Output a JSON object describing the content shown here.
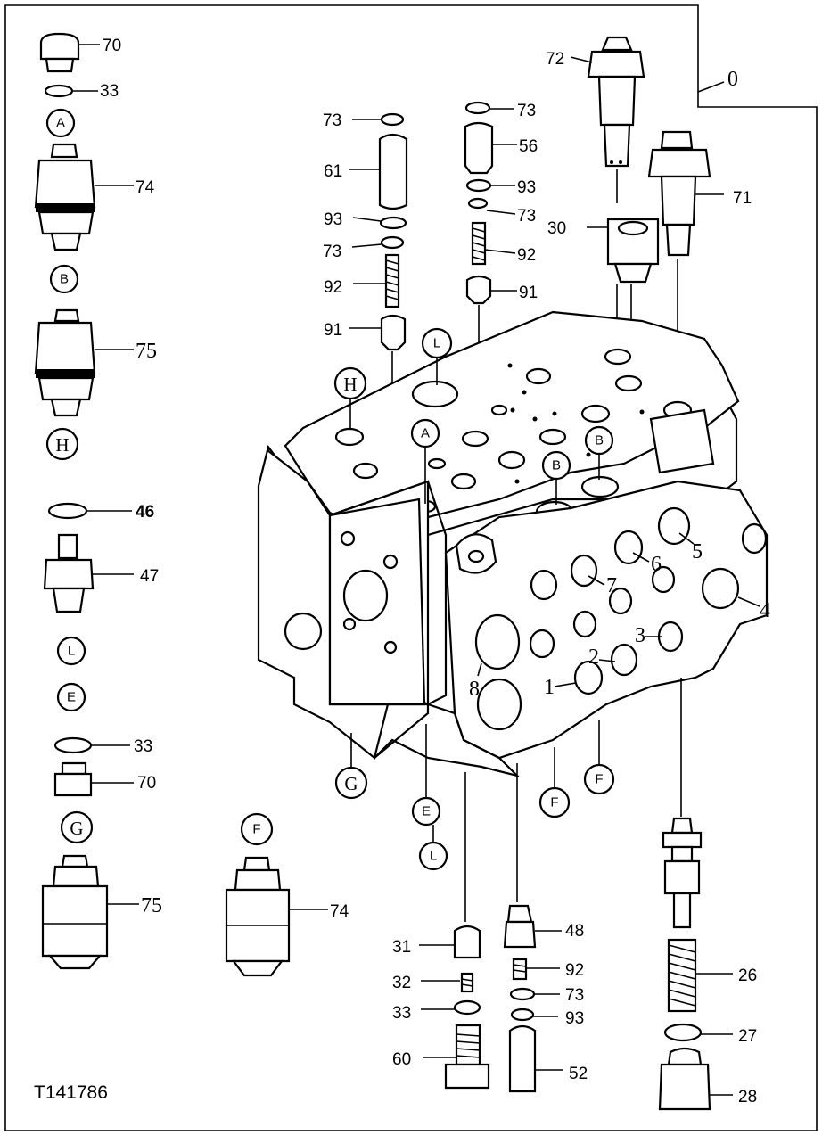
{
  "figure_id": "T141786",
  "corner_mark": "0",
  "callouts": {
    "c70a": "70",
    "c33a": "33",
    "c74a": "74",
    "c75a": "75",
    "c46": "46",
    "c47": "47",
    "c33b": "33",
    "c70b": "70",
    "c75b": "75",
    "c74b": "74",
    "c73a": "73",
    "c61": "61",
    "c93a": "93",
    "c73b": "73",
    "c92a": "92",
    "c91a": "91",
    "c73c": "73",
    "c56": "56",
    "c93b": "93",
    "c73d": "73",
    "c92b": "92",
    "c91b": "91",
    "c72": "72",
    "c71": "71",
    "c30": "30",
    "c4": "4",
    "c5": "5",
    "c6": "6",
    "c7": "7",
    "c3": "3",
    "c2": "2",
    "c1": "1",
    "c8": "8",
    "c31": "31",
    "c32": "32",
    "c33c": "33",
    "c60": "60",
    "c48": "48",
    "c92c": "92",
    "c73e": "73",
    "c93c": "93",
    "c52": "52",
    "c26": "26",
    "c27": "27",
    "c28": "28"
  },
  "letters": {
    "A1": "A",
    "B1": "B",
    "H1": "H",
    "L1": "L",
    "E1": "E",
    "G1": "G",
    "F1": "F",
    "H2": "H",
    "L2": "L",
    "A2": "A",
    "B2": "B",
    "B3": "B",
    "G2": "G",
    "E2": "E",
    "L3": "L",
    "F2": "F",
    "F3": "F"
  }
}
